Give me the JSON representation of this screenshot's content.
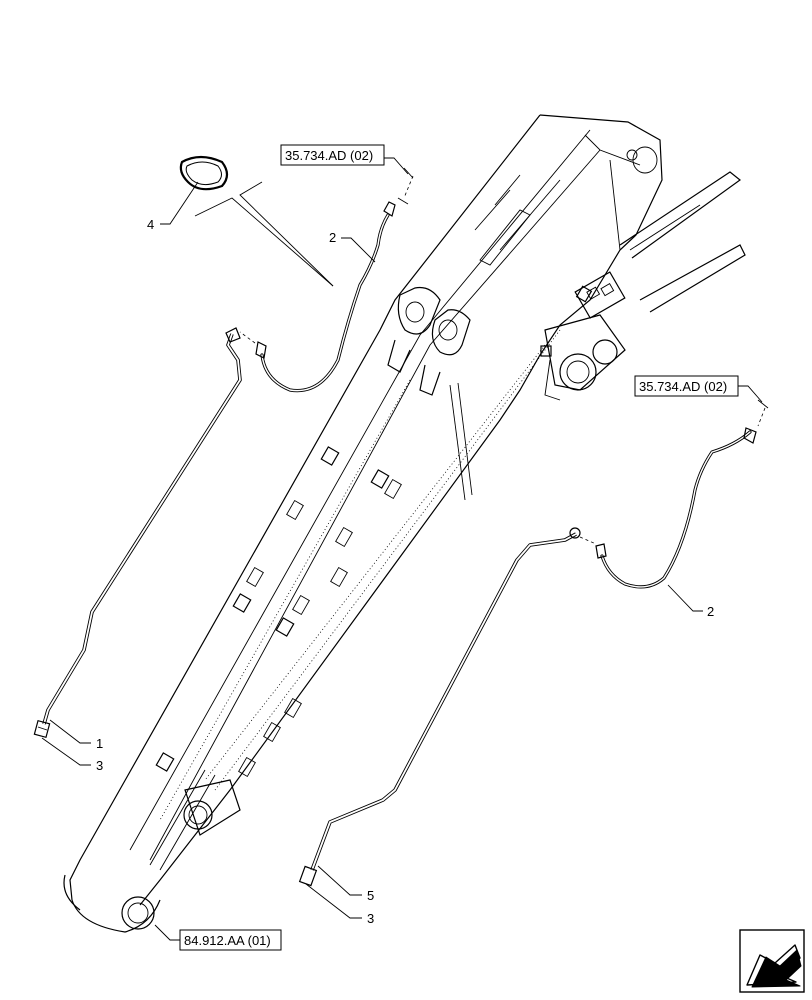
{
  "references": {
    "top_hose": "35.734.AD (02)",
    "right_hose": "35.734.AD (02)",
    "boom_foot": "84.912.AA (01)"
  },
  "callouts": {
    "item_1": "1",
    "item_2_upper": "2",
    "item_2_lower": "2",
    "item_3_left": "3",
    "item_3_right": "3",
    "item_4": "4",
    "item_5": "5"
  },
  "icons": {
    "nav": "next-page-arrow-icon"
  }
}
